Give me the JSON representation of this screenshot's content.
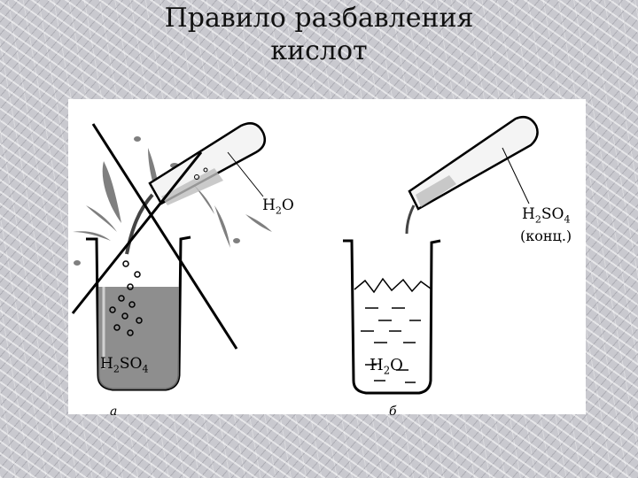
{
  "title": {
    "line1": "Правило разбавления",
    "line2": "кислот"
  },
  "figure": {
    "left_panel": {
      "falling_liquid": "H",
      "falling_liquid_sub": "2",
      "falling_liquid_rest": "O",
      "beaker_content": "H",
      "beaker_content_sub1": "2",
      "beaker_content_mid": "SO",
      "beaker_content_sub2": "4",
      "caption": "а",
      "crossed_out": true
    },
    "right_panel": {
      "falling_liquid": "H",
      "falling_liquid_sub1": "2",
      "falling_liquid_mid": "SO",
      "falling_liquid_sub2": "4",
      "falling_liquid_note": "(конц.)",
      "beaker_content": "H",
      "beaker_content_sub": "2",
      "beaker_content_rest": "O",
      "caption": "б"
    }
  }
}
